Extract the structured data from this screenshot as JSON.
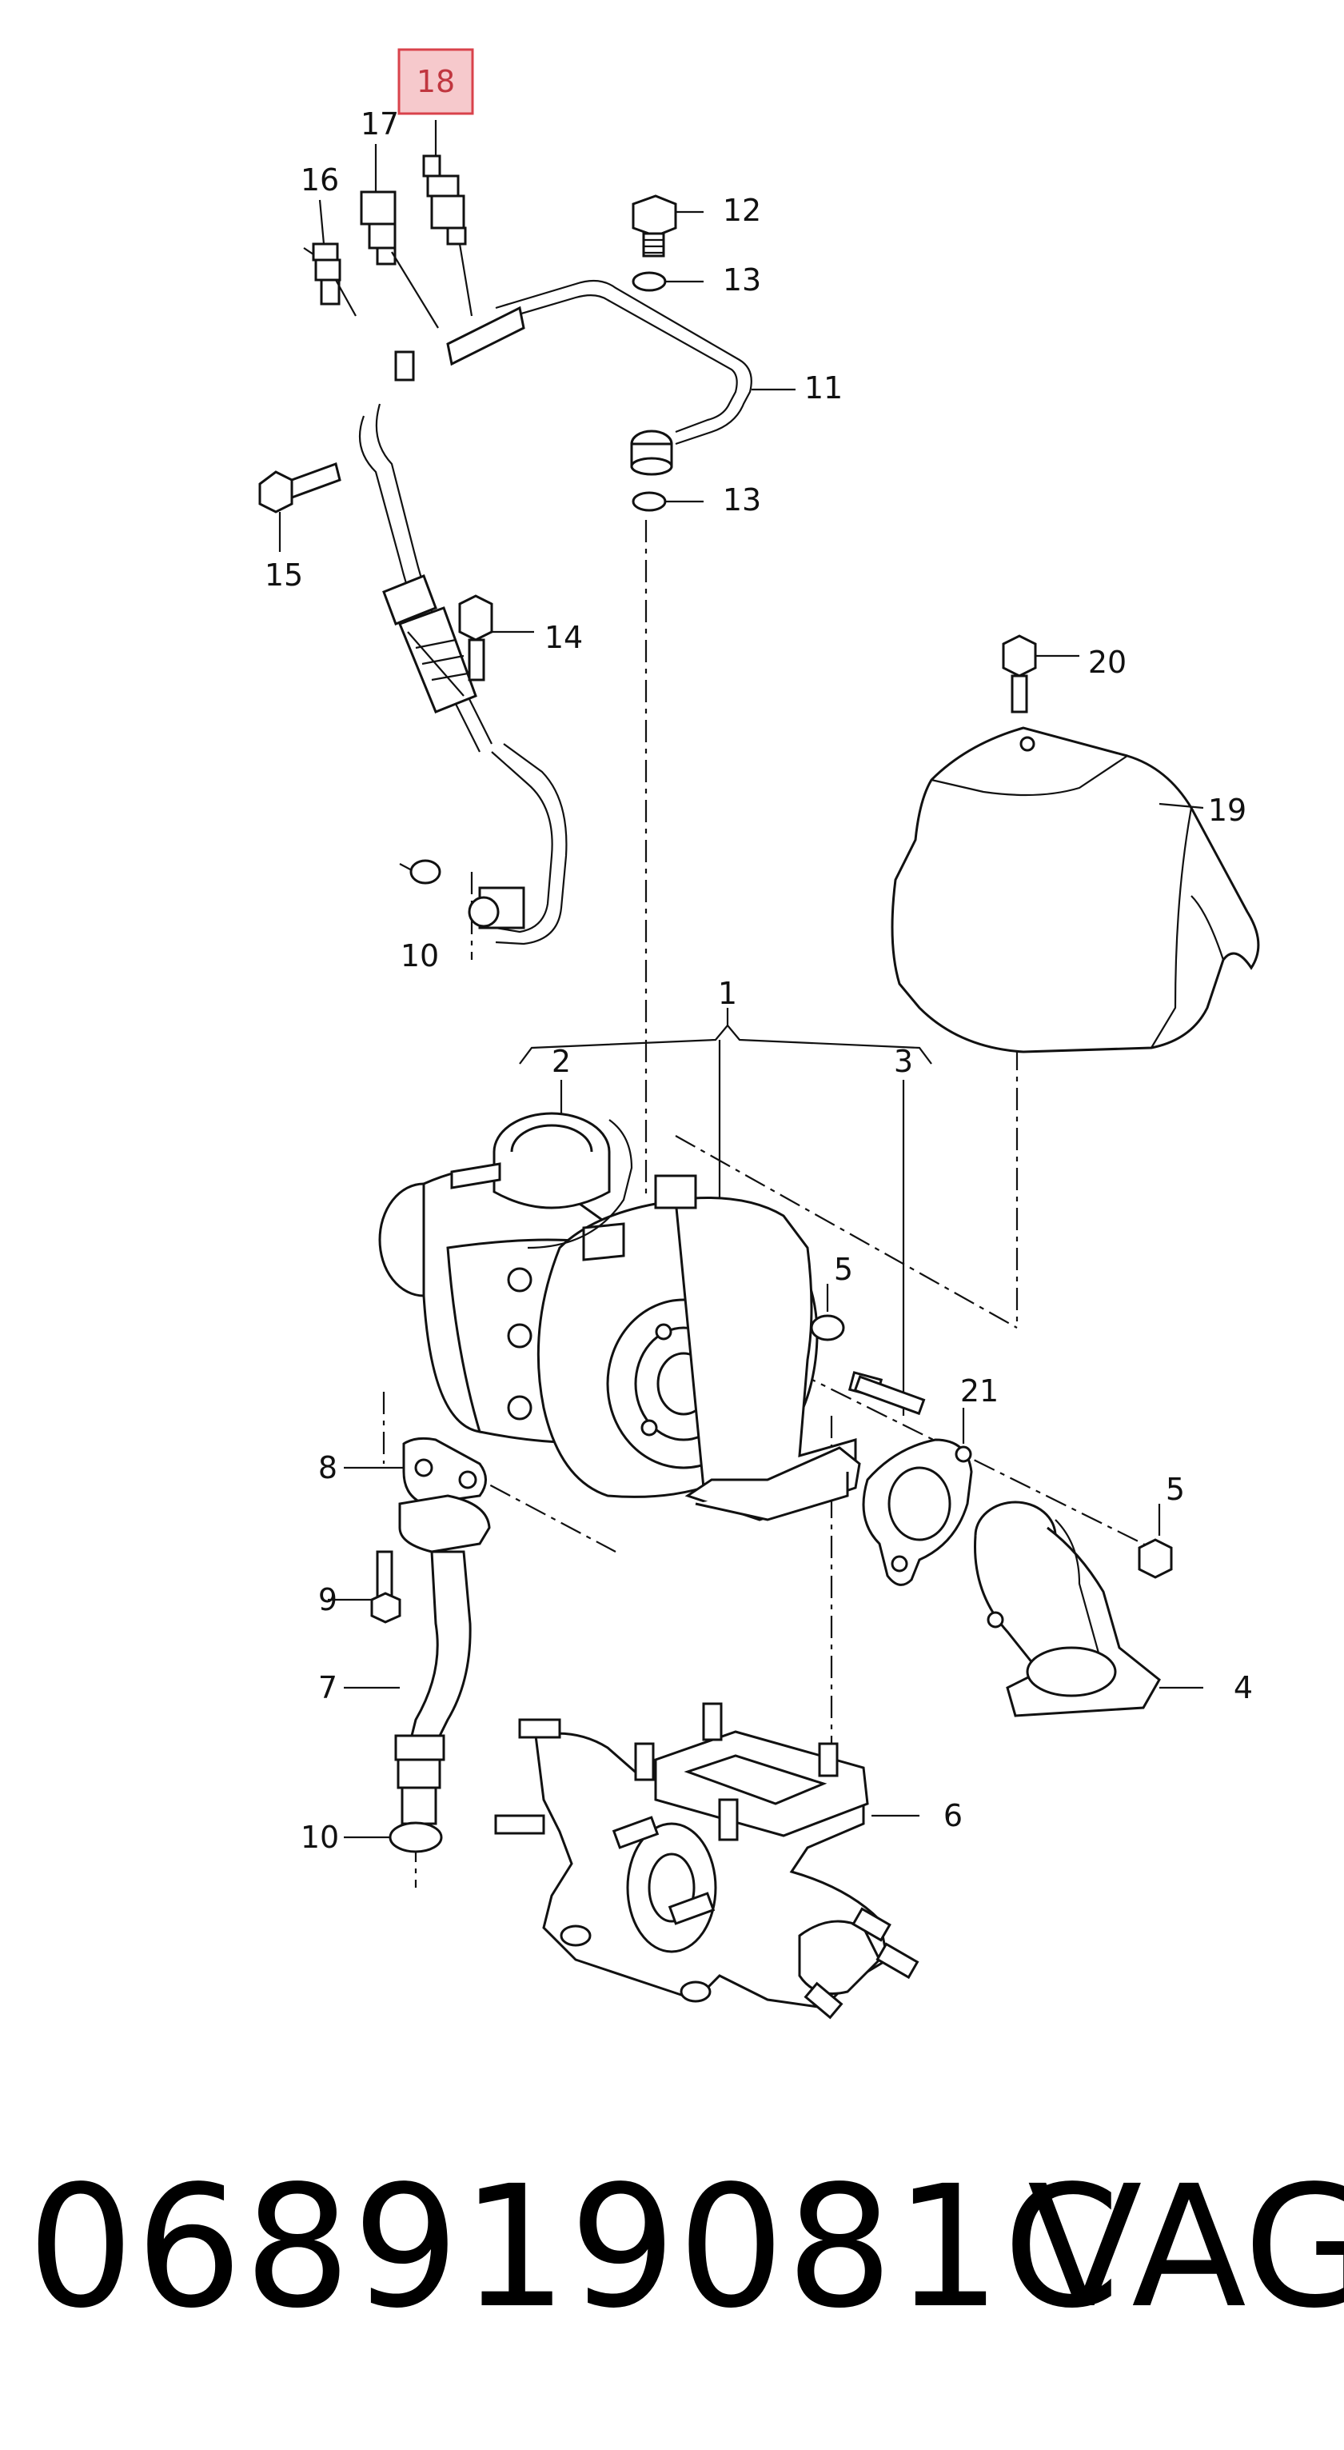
{
  "highlight": {
    "label": "18",
    "color": "#d9424b",
    "fill": "#f6c9cc"
  },
  "labels": {
    "l1": "1",
    "l2": "2",
    "l3": "3",
    "l4": "4",
    "l5a": "5",
    "l5b": "5",
    "l6": "6",
    "l7": "7",
    "l8": "8",
    "l9": "9",
    "l10a": "10",
    "l10b": "10",
    "l11": "11",
    "l12": "12",
    "l13a": "13",
    "l13b": "13",
    "l14": "14",
    "l15": "15",
    "l16": "16",
    "l17": "17",
    "l19": "19",
    "l20": "20",
    "l21": "21"
  },
  "caption": {
    "part_number": "068919081C",
    "brand": "VAG"
  }
}
